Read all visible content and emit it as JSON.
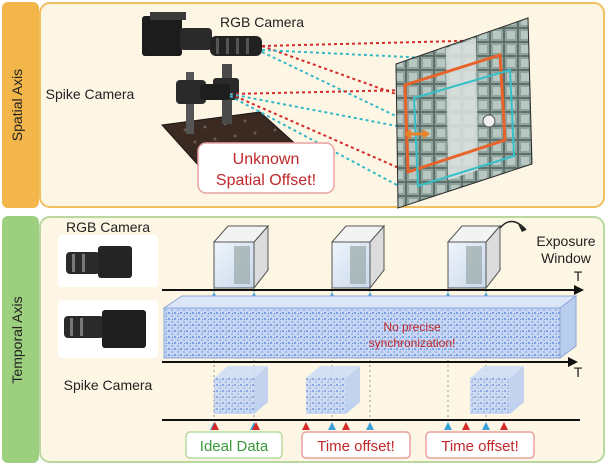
{
  "spatial": {
    "axis_label": "Spatial Axis",
    "rgb_camera_label": "RGB Camera",
    "spike_camera_label": "Spike Camera",
    "callout_line1": "Unknown",
    "callout_line2": "Spatial Offset!"
  },
  "temporal": {
    "axis_label": "Temporal Axis",
    "rgb_camera_label": "RGB Camera",
    "spike_camera_label": "Spike Camera",
    "exposure_line1": "Exposure",
    "exposure_line2": "Window",
    "t_label_top": "T",
    "t_label_mid": "T",
    "nosync_line1": "No precise",
    "nosync_line2": "synchronization!",
    "ideal_label": "Ideal Data",
    "offset_label_1": "Time offset!",
    "offset_label_2": "Time offset!"
  },
  "colors": {
    "panel_fill": "#fdf6e4",
    "panel_border_spatial": "#f0c060",
    "panel_border_temporal": "#b8d8a0",
    "axis_tab_spatial": "#f2b64a",
    "axis_tab_temporal": "#9ccf7e",
    "red_text": "#c0282a",
    "green_text": "#3a9a3a",
    "blue_marker": "#3aa0d8",
    "red_marker": "#d42a2a",
    "orange_frame": "#e8632a",
    "cyan_frame": "#35c0c8"
  }
}
